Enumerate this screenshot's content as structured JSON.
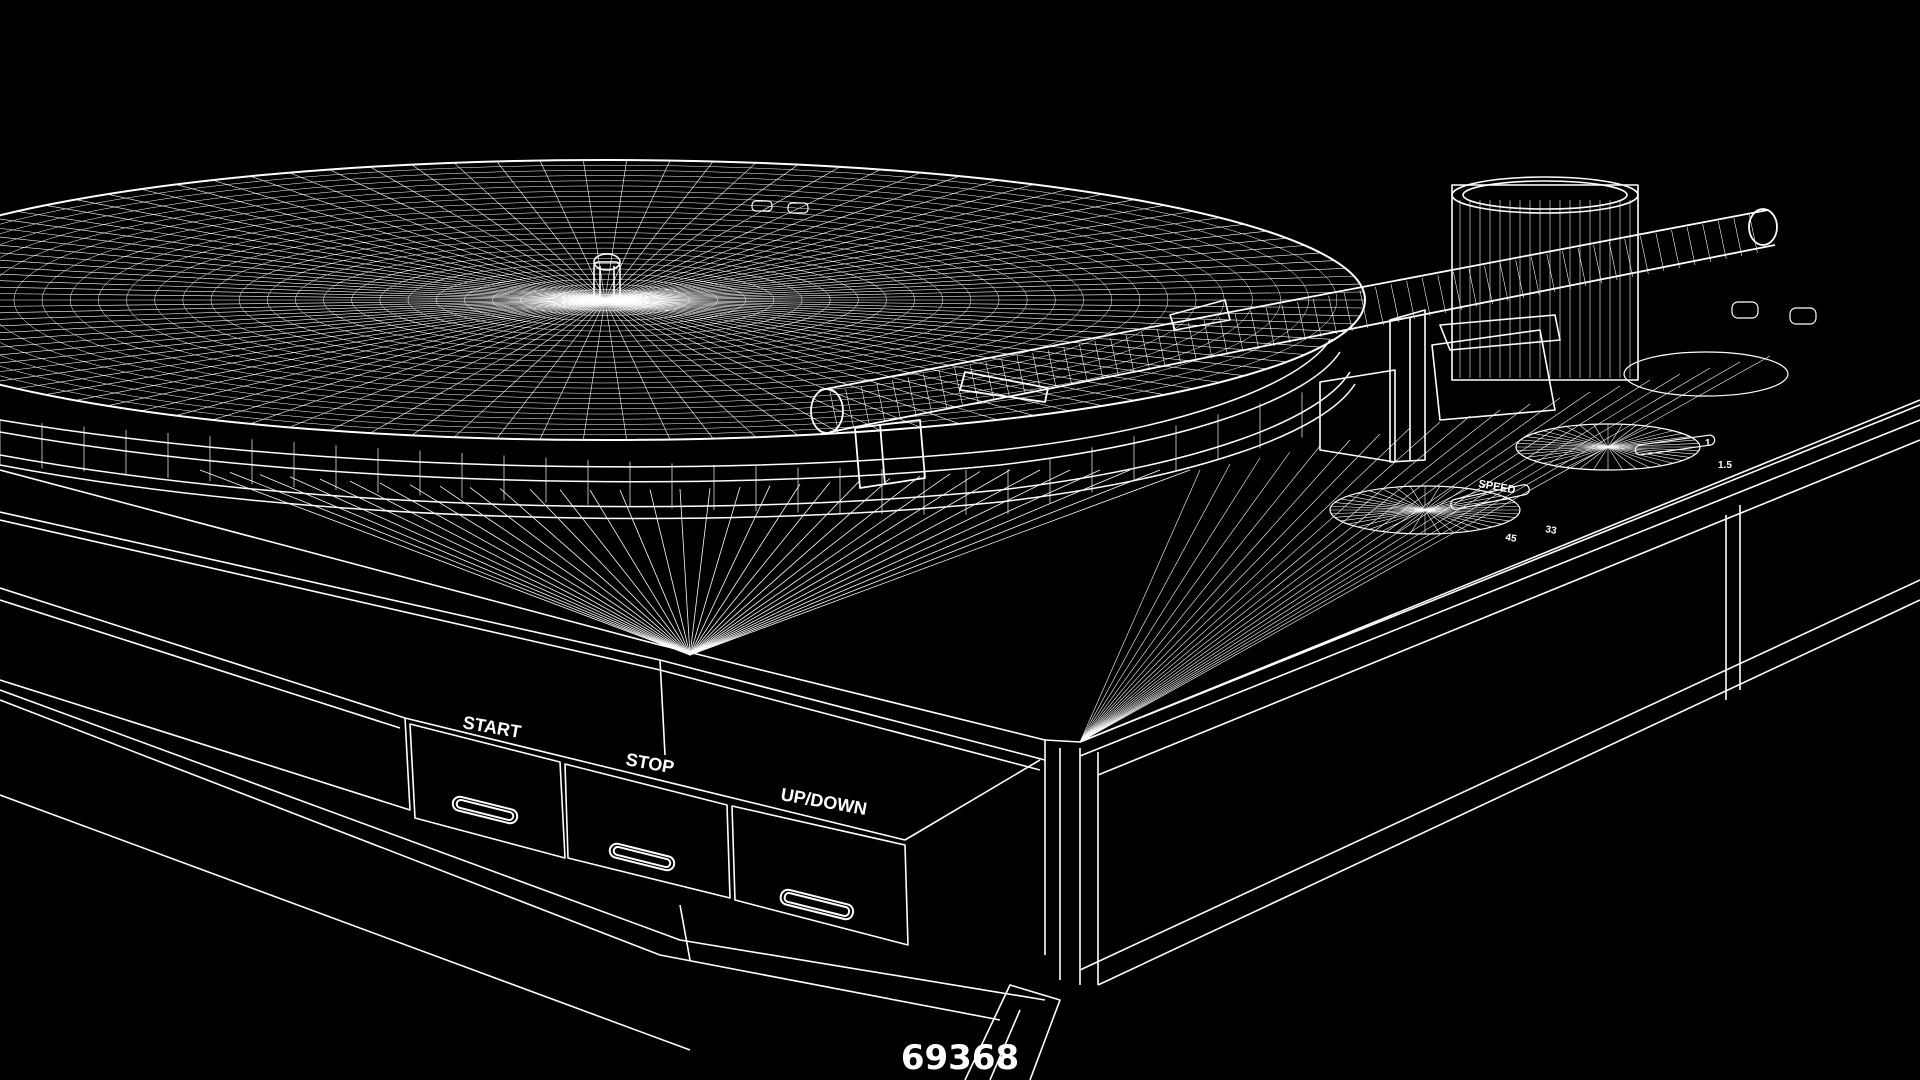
{
  "buttons": {
    "start": "START",
    "stop": "STOP",
    "updown": "UP/DOWN"
  },
  "speed_knob": {
    "label": "SPEED",
    "left_mark": "45",
    "right_mark": "33"
  },
  "second_knob_marks": [
    "1",
    "1.5"
  ],
  "watermark": "69368",
  "colors": {
    "background": "#000000",
    "wire": "#ffffff"
  }
}
